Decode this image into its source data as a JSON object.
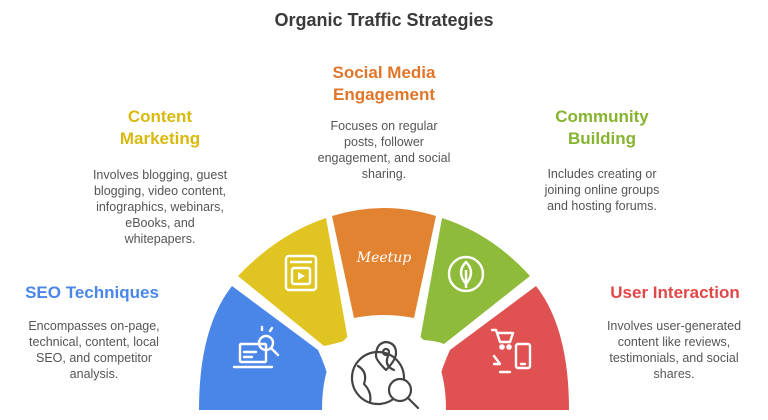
{
  "title": "Organic Traffic Strategies",
  "strategies": [
    {
      "heading_lines": [
        "SEO Techniques"
      ],
      "desc_lines": [
        "Encompasses on-page,",
        "technical, content, local",
        "SEO, and competitor",
        "analysis."
      ],
      "color": "#4a86e8",
      "icon": "laptop-search-icon"
    },
    {
      "heading_lines": [
        "Content",
        "Marketing"
      ],
      "desc_lines": [
        "Involves blogging, guest",
        "blogging, video content,",
        "infographics, webinars,",
        "eBooks, and",
        "whitepapers."
      ],
      "color": "#e0c422",
      "icon": "video-book-icon"
    },
    {
      "heading_lines": [
        "Social Media",
        "Engagement"
      ],
      "desc_lines": [
        "Focuses on regular",
        "posts, follower",
        "engagement, and social",
        "sharing."
      ],
      "color": "#e28331",
      "icon": "meetup-logo-icon",
      "logo_text": "Meetup"
    },
    {
      "heading_lines": [
        "Community",
        "Building"
      ],
      "desc_lines": [
        "Includes creating or",
        "joining online groups",
        "and hosting forums."
      ],
      "color": "#8fbb3a",
      "icon": "leaf-badge-icon"
    },
    {
      "heading_lines": [
        "User Interaction"
      ],
      "desc_lines": [
        "Involves user-generated",
        "content like reviews,",
        "testimonials, and social",
        "shares."
      ],
      "color": "#e05252",
      "icon": "cart-phone-icon"
    }
  ],
  "center_icon": "globe-search-icon"
}
